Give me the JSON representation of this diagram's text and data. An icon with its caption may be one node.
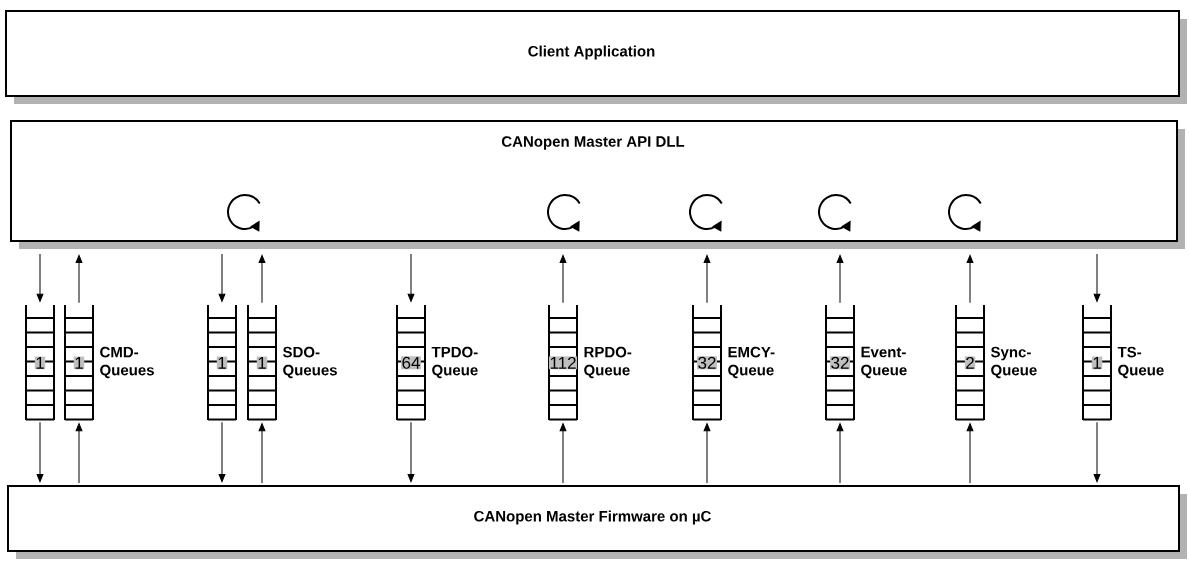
{
  "diagram": {
    "nodes": [
      {
        "text": [
          "Client Application"
        ]
      },
      {
        "text": [
          "CANopen Master API DLL"
        ]
      },
      {
        "text": [
          "1"
        ]
      },
      {
        "text": [
          "1"
        ],
        "beside": [
          "CMD- Queues"
        ]
      },
      {
        "text": [
          "1"
        ]
      },
      {
        "text": [
          "1"
        ],
        "beside": [
          "SDO- Queues"
        ]
      },
      {
        "text": [
          "64"
        ],
        "beside": [
          "TPDO- Queue"
        ]
      },
      {
        "text": [
          "112"
        ],
        "beside": [
          "RPDO- Queue"
        ]
      },
      {
        "text": [
          "32"
        ],
        "beside": [
          "EMCY- Queue"
        ]
      },
      {
        "text": [
          "32"
        ],
        "beside": [
          "Event- Queue"
        ]
      },
      {
        "text": [
          "2"
        ],
        "beside": [
          "Sync- Queue"
        ]
      },
      {
        "text": [
          "1"
        ],
        "beside": [
          "TS- Queue"
        ]
      },
      {
        "text": [
          "CANopen Master Firmware on µC"
        ]
      }
    ],
    "edges": [
      {
        "from": 1,
        "to": 2,
        "arrow": "to"
      },
      {
        "from": 2,
        "to": 12,
        "arrow": "to"
      },
      {
        "from": 12,
        "to": 3,
        "arrow": "to"
      },
      {
        "from": 3,
        "to": 1,
        "arrow": "to"
      },
      {
        "from": 1,
        "to": 4,
        "arrow": "to"
      },
      {
        "from": 4,
        "to": 12,
        "arrow": "to"
      },
      {
        "from": 12,
        "to": 5,
        "arrow": "to"
      },
      {
        "from": 5,
        "to": 1,
        "arrow": "to"
      },
      {
        "from": 1,
        "to": 6,
        "arrow": "to"
      },
      {
        "from": 6,
        "to": 12,
        "arrow": "to"
      },
      {
        "from": 12,
        "to": 7,
        "arrow": "to"
      },
      {
        "from": 7,
        "to": 1,
        "arrow": "to"
      },
      {
        "from": 12,
        "to": 8,
        "arrow": "to"
      },
      {
        "from": 8,
        "to": 1,
        "arrow": "to"
      },
      {
        "from": 12,
        "to": 9,
        "arrow": "to"
      },
      {
        "from": 9,
        "to": 1,
        "arrow": "to"
      },
      {
        "from": 12,
        "to": 10,
        "arrow": "to"
      },
      {
        "from": 10,
        "to": 1,
        "arrow": "to"
      },
      {
        "from": 1,
        "to": 11,
        "arrow": "to"
      },
      {
        "from": 11,
        "to": 12,
        "arrow": "to"
      }
    ]
  }
}
